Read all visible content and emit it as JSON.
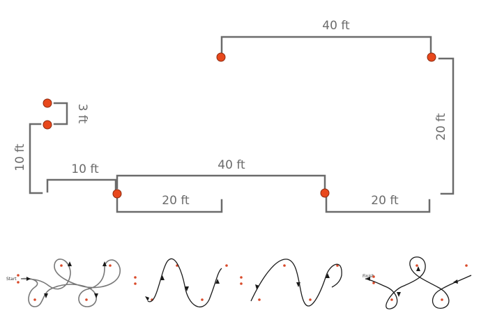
{
  "dimensions": {
    "top_span": "40 ft",
    "right_vertical": "20 ft",
    "small_vertical": "3 ft",
    "left_vertical": "10 ft",
    "left_horizontal": "10 ft",
    "middle_span": "40 ft",
    "lower_left_span": "20 ft",
    "lower_right_span": "20 ft"
  },
  "pattern_labels": {
    "start": "Start",
    "finish": "Finish"
  },
  "colors": {
    "cone": "#e8481c",
    "dimension_line": "#6b6b6b",
    "path": "#1a1a1a"
  }
}
